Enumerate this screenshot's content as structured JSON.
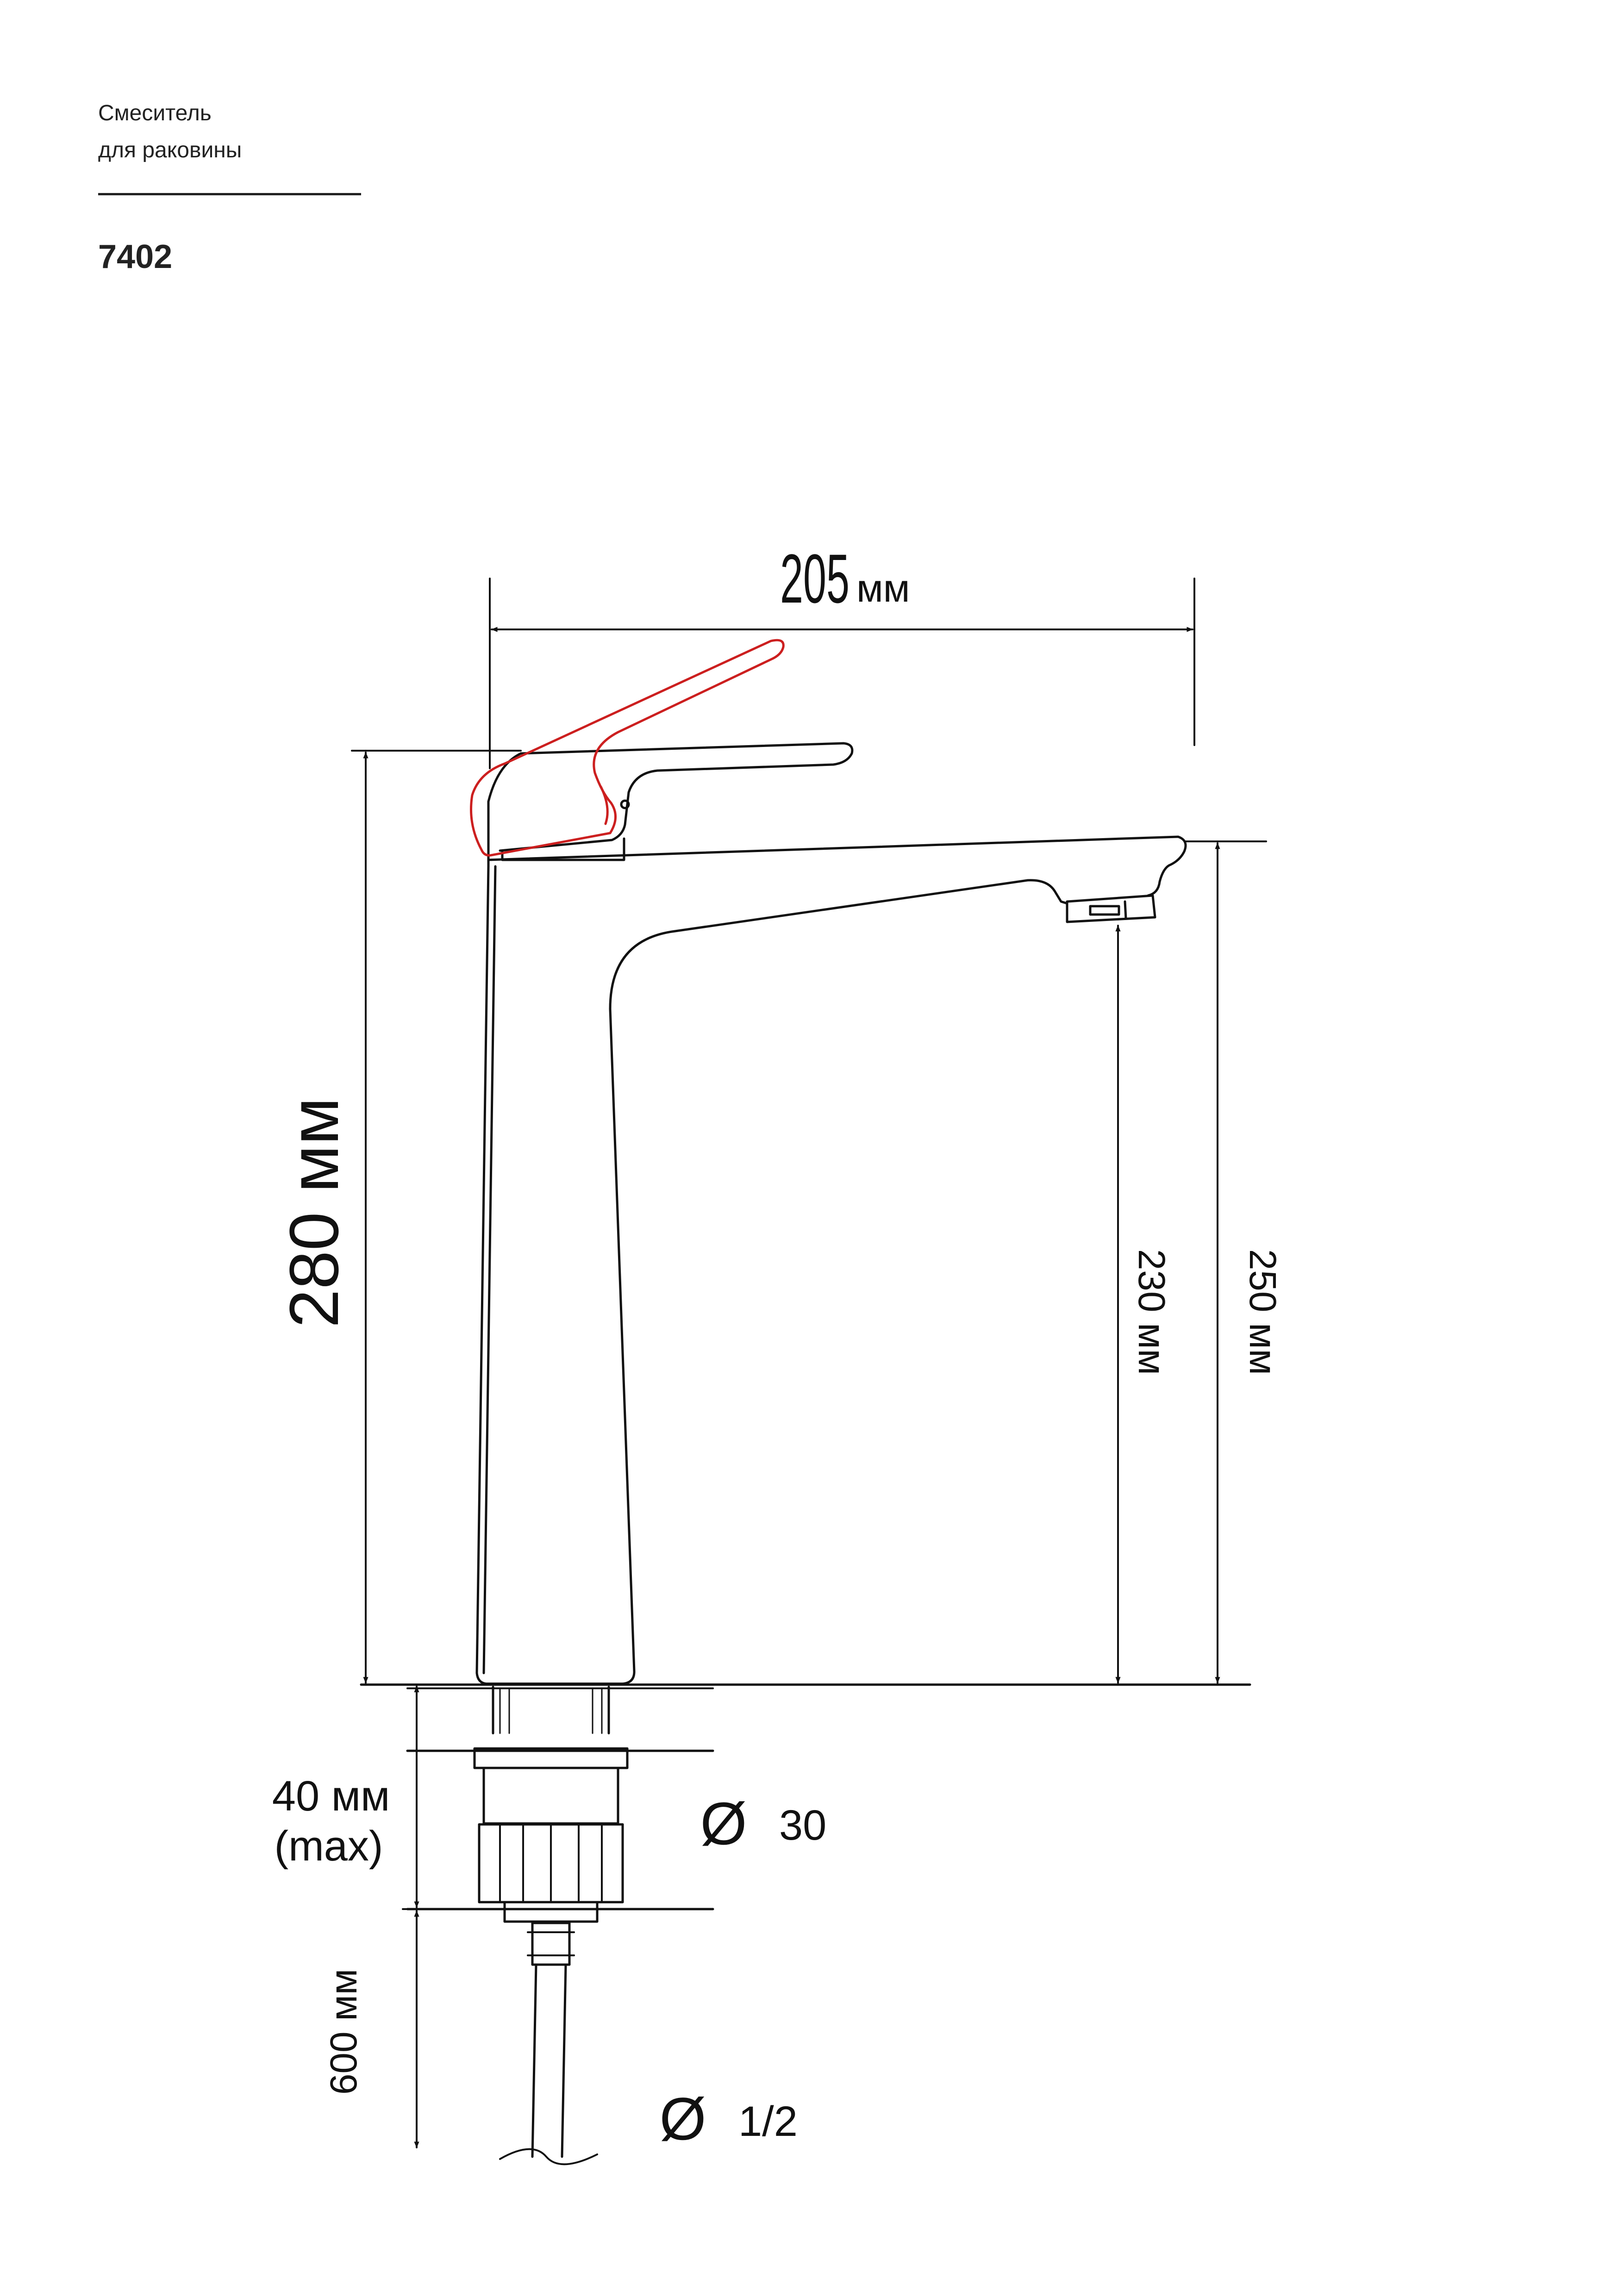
{
  "header": {
    "product_line1": "Смеситель",
    "product_line2": "для раковины",
    "model": "7402"
  },
  "dimensions": {
    "width": {
      "value": "205",
      "unit": "мм"
    },
    "total_height": "280 мм",
    "spout_height": "230 мм",
    "body_height": "250 мм",
    "mount_thickness_line1": "40 мм",
    "mount_thickness_line2": "(max)",
    "hose_length": "600 мм",
    "mount_hole_symbol": "Ø",
    "mount_hole_value": "30",
    "hose_thread_symbol": "Ø",
    "hose_thread_value": "1/2"
  },
  "colors": {
    "line": "#111111",
    "lever_open_position": "#cc1f1f"
  }
}
